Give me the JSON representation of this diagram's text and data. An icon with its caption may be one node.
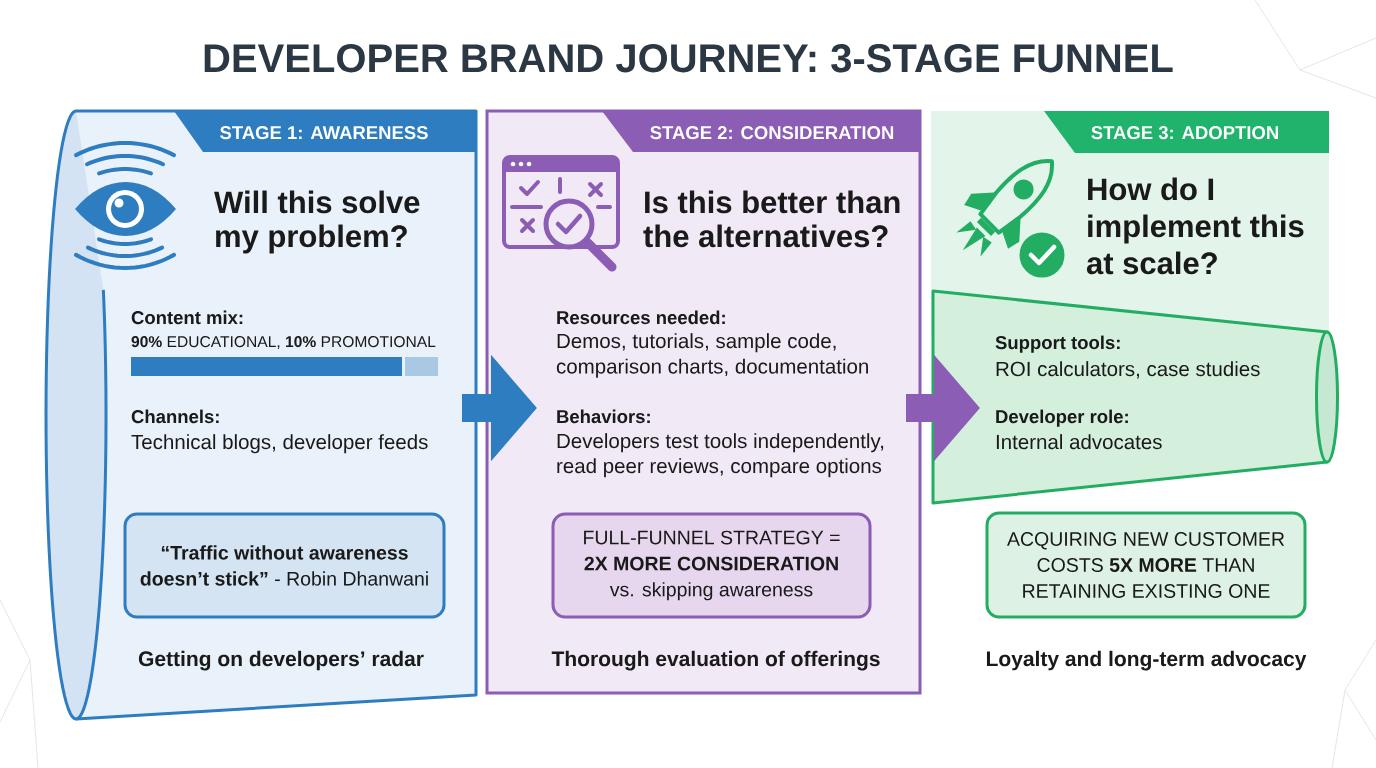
{
  "diagram": {
    "title": "DEVELOPER BRAND JOURNEY: 3-STAGE FUNNEL",
    "nodes": [
      {
        "text": [
          "Will this solve my problem?",
          "Content mix:",
          "**90%** EDUCATIONAL, **10%** PROMOTIONAL",
          "Channels:",
          "Technical blogs, developer feeds",
          "Getting on developers’ radar"
        ]
      },
      {
        "text": [
          "STAGE 1: AWARENESS"
        ],
        "in": 0
      },
      {
        "text": [
          "**“Traffic without awareness doesn’t stick”** - Robin Dhanwani"
        ],
        "in": 0
      },
      {
        "text": [
          "Is this better than the alternatives?",
          "Resources needed:",
          "Demos, tutorials, sample code, comparison charts, documentation",
          "Behaviors:",
          "Developers test tools independently, read peer reviews, compare options",
          "Thorough evaluation of offerings"
        ]
      },
      {
        "text": [
          "STAGE 2: CONSIDERATION"
        ],
        "in": 3
      },
      {
        "text": [
          "FULL-FUNNEL STRATEGY = **2X MORE CONSIDERATION** vs. skipping awareness"
        ],
        "in": 3
      },
      {
        "text": [
          "How do I implement this at scale?"
        ]
      },
      {
        "text": [
          "STAGE 3: ADOPTION"
        ],
        "in": 6
      },
      {
        "text": [
          "Support tools:",
          "ROI calculators, case studies",
          "Developer role:",
          "Internal advocates"
        ]
      },
      {
        "text": [
          "ACQUIRING NEW CUSTOMER COSTS **5X MORE** THAN RETAINING EXISTING ONE"
        ]
      }
    ],
    "edges": [
      {
        "from": 0,
        "to": 3,
        "arrow": "to",
        "color": "#2f7dc1"
      },
      {
        "from": 3,
        "to": 8,
        "arrow": "to",
        "color": "#8b5db4"
      }
    ],
    "labels": [
      "Loyalty and long-term advocacy"
    ]
  }
}
